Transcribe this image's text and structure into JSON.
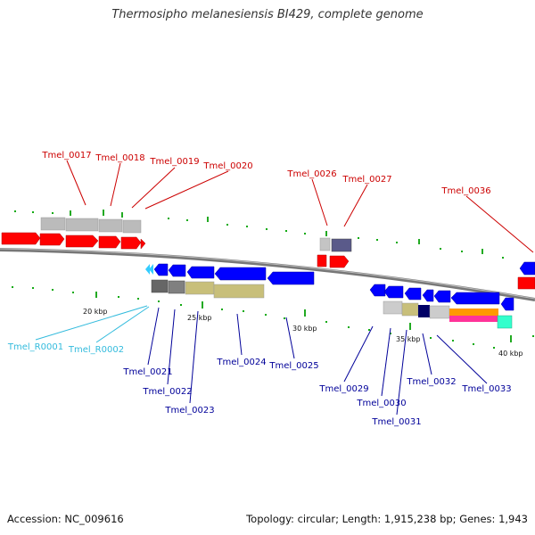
{
  "title": "Thermosipho melanesiensis BI429, complete genome",
  "footer": {
    "accession": "Accession: NC_009616",
    "summary": "Topology: circular; Length: 1,915,238 bp; Genes: 1,943"
  },
  "scale_labels": [
    "20 kbp",
    "25 kbp",
    "30 kbp",
    "35 kbp",
    "40 kbp"
  ],
  "colors": {
    "forward_gene": "#ff0000",
    "reverse_gene": "#0000ff",
    "rna": "#33ccff",
    "forward_label": "#cc0000",
    "reverse_label": "#000099",
    "rna_label": "#33bbdd",
    "backbone": "#777777",
    "tick": "#22aa22",
    "cog_gray": "#bbbbbb",
    "cog_slate": "#5a5a8a",
    "cog_khaki": "#c8bf7a",
    "cog_navy": "#000066",
    "cog_orange": "#ff9900",
    "cog_magenta": "#ff3399",
    "cog_teal": "#33ffcc"
  },
  "forward_labels": [
    "Tmel_0017",
    "Tmel_0018",
    "Tmel_0019",
    "Tmel_0020",
    "Tmel_0026",
    "Tmel_0027",
    "Tmel_0036"
  ],
  "reverse_labels": [
    "Tmel_0021",
    "Tmel_0022",
    "Tmel_0023",
    "Tmel_0024",
    "Tmel_0025",
    "Tmel_0029",
    "Tmel_0030",
    "Tmel_0031",
    "Tmel_0032",
    "Tmel_0033"
  ],
  "rna_labels": [
    "Tmel_R0001",
    "Tmel_R0002"
  ]
}
